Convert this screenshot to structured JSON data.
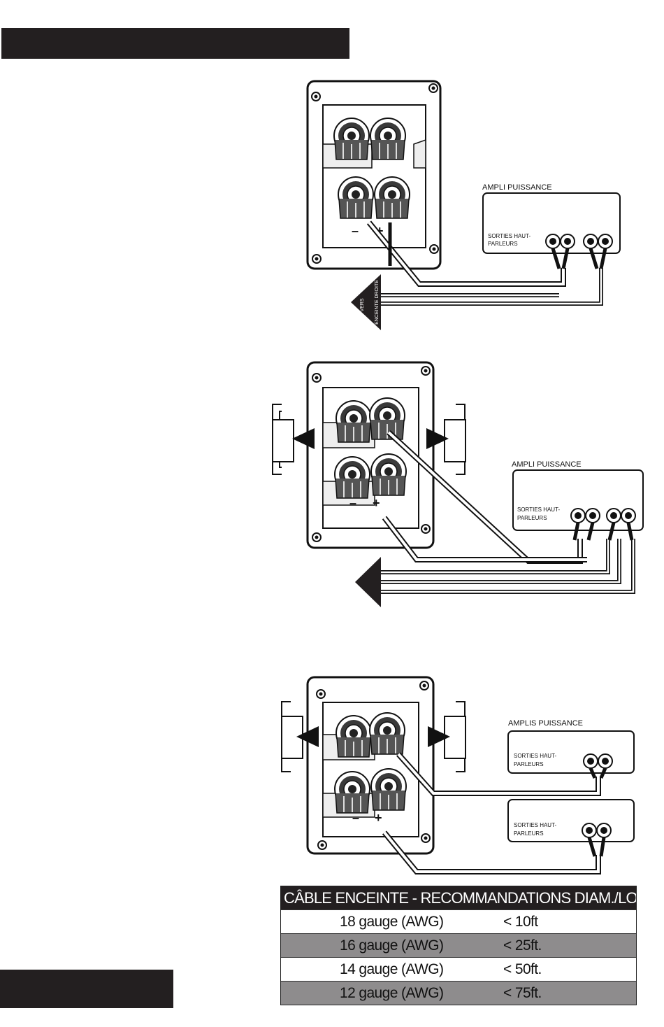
{
  "diagram1": {
    "amp_title": "AMPLI PUISSANCE",
    "outputs_label_1": "SORTIES HAUT-",
    "outputs_label_2": "PARLEURS",
    "terminal_minus": "–",
    "terminal_plus": "+",
    "arrow_text_1": "VERS",
    "arrow_text_2": "ENCEINTE DROITE"
  },
  "diagram2": {
    "amp_title": "AMPLI PUISSANCE",
    "outputs_label_1": "SORTIES HAUT-",
    "outputs_label_2": "PARLEURS",
    "terminal_minus": "–",
    "terminal_plus": "+"
  },
  "diagram3": {
    "amp_title": "AMPLIS PUISSANCE",
    "outputs_label_1": "SORTIES HAUT-",
    "outputs_label_2": "PARLEURS",
    "terminal_minus": "–",
    "terminal_plus": "+"
  },
  "cable_table": {
    "title": "CÂBLE ENCEINTE - RECOMMANDATIONS DIAM./LONG.",
    "rows": [
      {
        "gauge": "18 gauge (AWG)",
        "length": "< 10ft"
      },
      {
        "gauge": "16 gauge (AWG)",
        "length": "< 25ft."
      },
      {
        "gauge": "14 gauge (AWG)",
        "length": "< 50ft."
      },
      {
        "gauge": "12 gauge (AWG)",
        "length": "< 75ft."
      }
    ]
  }
}
